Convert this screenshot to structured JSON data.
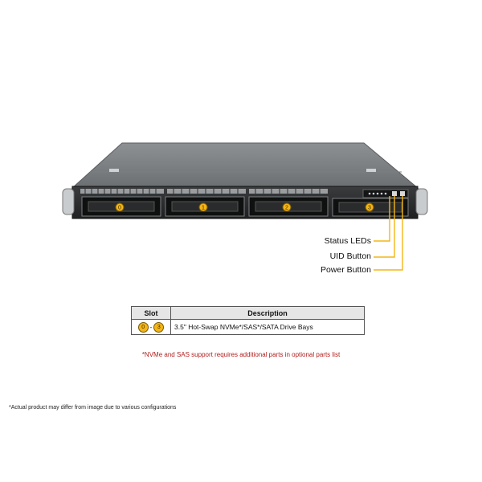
{
  "callouts": {
    "status_leds": "Status LEDs",
    "uid_button": "UID Button",
    "power_button": "Power Button"
  },
  "drive_bays": [
    "0",
    "1",
    "2",
    "3"
  ],
  "table": {
    "headers": {
      "slot": "Slot",
      "description": "Description"
    },
    "row": {
      "slot_from": "0",
      "slot_separator": "-",
      "slot_to": "3",
      "description": "3.5\" Hot-Swap NVMe*/SAS*/SATA Drive  Bays"
    }
  },
  "note": "*NVMe and SAS support requires additional parts in optional parts list",
  "disclaimer": "*Actual product may differ from image due to various configurations",
  "colors": {
    "callout_line": "#f4b516",
    "badge": "#f4b516",
    "note_text": "#b01c1c"
  }
}
